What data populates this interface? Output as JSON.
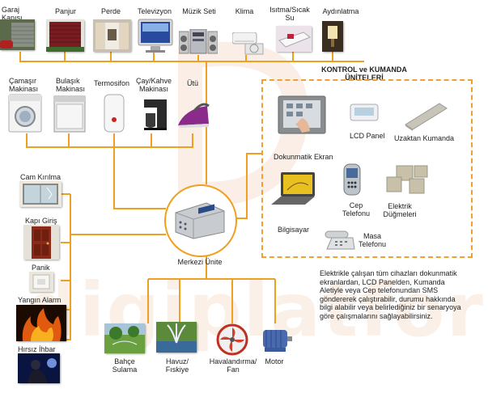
{
  "watermark": "digiplatform",
  "top_devices": [
    {
      "name": "garage",
      "label": "Garaj\nKapısı",
      "icon": "garage-door-icon"
    },
    {
      "name": "shutter",
      "label": "Panjur",
      "icon": "shutter-icon"
    },
    {
      "name": "curtain",
      "label": "Perde",
      "icon": "curtain-icon"
    },
    {
      "name": "tv",
      "label": "Televizyon",
      "icon": "tv-icon"
    },
    {
      "name": "music",
      "label": "Müzik Seti",
      "icon": "music-system-icon"
    },
    {
      "name": "ac",
      "label": "Klima",
      "icon": "air-conditioner-icon"
    },
    {
      "name": "heating",
      "label": "Isıtma/Sıcak\nSu",
      "icon": "heater-icon"
    },
    {
      "name": "lighting",
      "label": "Aydınlatma",
      "icon": "lamp-icon"
    }
  ],
  "appliances": [
    {
      "name": "washer",
      "label": "Çamaşır\nMakinası",
      "icon": "washing-machine-icon"
    },
    {
      "name": "dishwasher",
      "label": "Bulaşık\nMakinası",
      "icon": "dishwasher-icon"
    },
    {
      "name": "boiler",
      "label": "Termosifon",
      "icon": "water-heater-icon"
    },
    {
      "name": "coffee",
      "label": "Çay/Kahve\nMakinası",
      "icon": "coffee-maker-icon"
    },
    {
      "name": "iron",
      "label": "Ütü",
      "icon": "iron-icon"
    }
  ],
  "control_title": "KONTROL ve KUMANDA\nÜNİTELERİ",
  "controls": [
    {
      "name": "touchscreen",
      "label": "Dokunmatik Ekran",
      "icon": "touchscreen-icon"
    },
    {
      "name": "lcd",
      "label": "LCD Panel",
      "icon": "lcd-panel-icon"
    },
    {
      "name": "remote",
      "label": "Uzaktan Kumanda",
      "icon": "remote-control-icon"
    },
    {
      "name": "phone",
      "label": "Cep\nTelefonu",
      "icon": "mobile-phone-icon"
    },
    {
      "name": "switches",
      "label": "Elektrik\nDüğmeleri",
      "icon": "electric-switch-icon"
    },
    {
      "name": "computer",
      "label": "Bilgisayar",
      "icon": "laptop-icon"
    },
    {
      "name": "deskphone",
      "label": "Masa\nTelefonu",
      "icon": "desk-phone-icon"
    }
  ],
  "sensors": [
    {
      "name": "glass",
      "label": "Cam Kırılma",
      "icon": "window-break-icon"
    },
    {
      "name": "door",
      "label": "Kapı Giriş",
      "icon": "door-icon"
    },
    {
      "name": "panic",
      "label": "Panik",
      "icon": "panic-button-icon"
    },
    {
      "name": "fire",
      "label": "Yangın Alarm",
      "icon": "fire-icon"
    },
    {
      "name": "burglar",
      "label": "Hırsız İhbar",
      "icon": "burglar-icon"
    }
  ],
  "central_unit": {
    "label": "Merkezi Ünite",
    "icon": "central-unit-icon"
  },
  "outdoor": [
    {
      "name": "garden",
      "label": "Bahçe\nSulama",
      "icon": "garden-sprinkler-icon"
    },
    {
      "name": "pool",
      "label": "Havuz/\nFıskiye",
      "icon": "fountain-icon"
    },
    {
      "name": "fan",
      "label": "Havalandırma/\nFan",
      "icon": "fan-icon"
    },
    {
      "name": "motor",
      "label": "Motor",
      "icon": "motor-icon"
    }
  ],
  "description": "Elektrikle çalışan tüm cihazları dokunmatik ekranlardan, LCD Panelden, Kumanda Aletiyle veya Cep telefonundan SMS göndererek çalıştırabilir, durumu hakkında bilgi alabilir veya belirlediğiniz bir senaryoya göre çalışmalarını sağlayabilirsiniz.",
  "colors": {
    "line": "#f0a020",
    "box_border": "#f0a030"
  }
}
